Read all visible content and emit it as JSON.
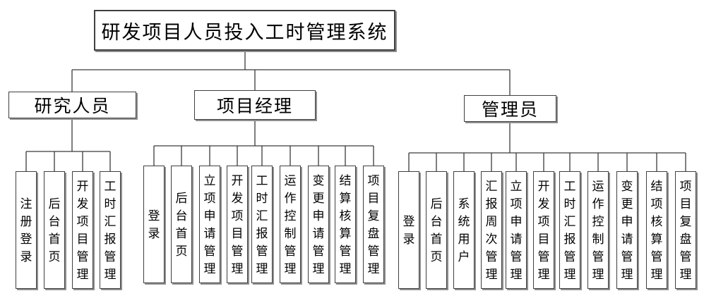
{
  "title": "研发项目人员投入工时管理系统",
  "groups": [
    {
      "label": "研究人员",
      "items": [
        "注册登录",
        "后台首页",
        "开发项目管理",
        "工时汇报管理"
      ]
    },
    {
      "label": "项目经理",
      "items": [
        "登录",
        "后台首页",
        "立项申请管理",
        "开发项目管理",
        "工时汇报管理",
        "运作控制管理",
        "变更申请管理",
        "结算核算管理",
        "项目复盘管理"
      ]
    },
    {
      "label": "管理员",
      "items": [
        "登录",
        "后台首页",
        "系统用户",
        "汇报周次管理",
        "立项申请管理",
        "开发项目管理",
        "工时汇报管理",
        "运作控制管理",
        "变更申请管理",
        "结项核算管理",
        "项目复盘管理"
      ]
    }
  ],
  "colors": {
    "background": "#ffffff",
    "box_border": "#3f3f3f",
    "box_shadow": "#8f8f8f",
    "line": "#3a3a3a",
    "text": "#000000"
  }
}
